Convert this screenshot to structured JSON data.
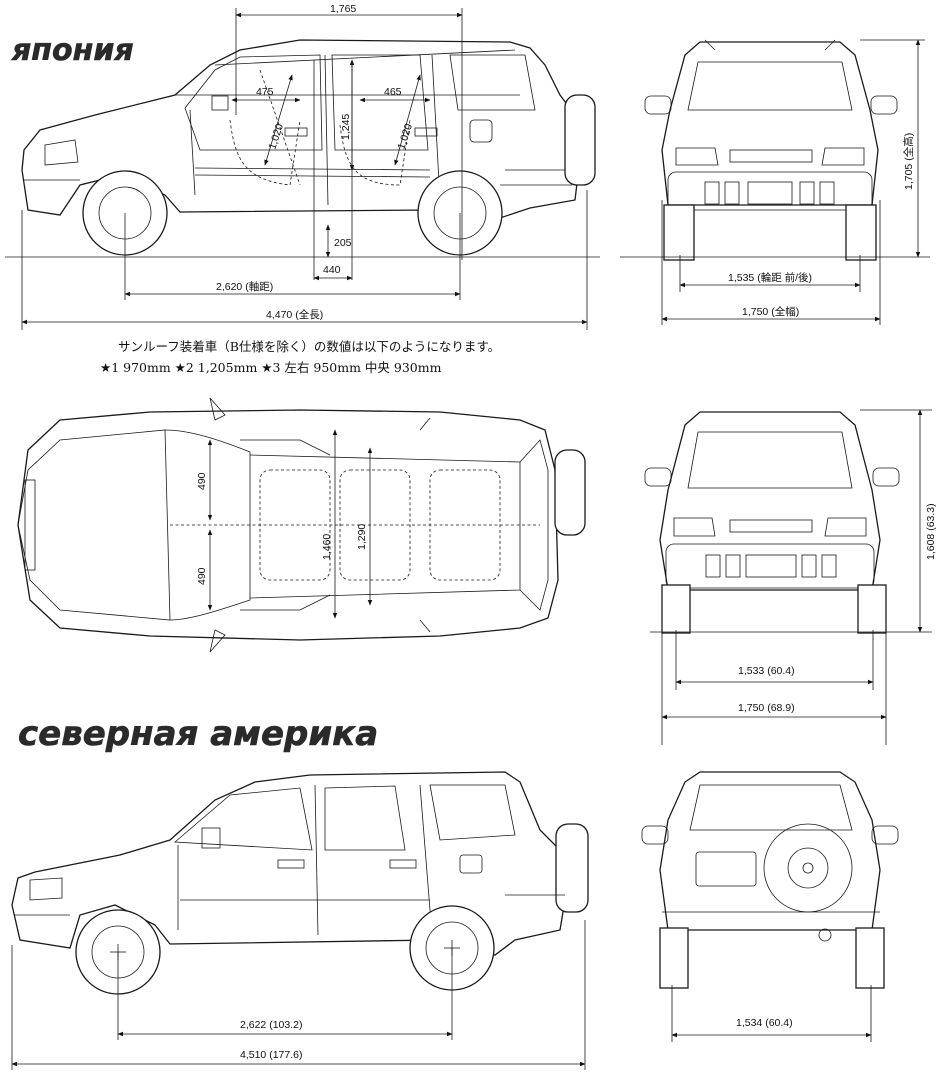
{
  "headings": {
    "japan": "япония",
    "north_america": "северная америка"
  },
  "japan_side": {
    "width_top": "1,765",
    "front_legroom": "475",
    "rear_legroom": "465",
    "front_headroom": "1,020",
    "rear_headroom": "1,020",
    "interior_height": "1,245",
    "ground_clearance": "205",
    "step_dim": "440",
    "wheelbase": "2,620 (軸距)",
    "overall_length": "4,470 (全長)"
  },
  "japan_front": {
    "overall_height": "1,705 (全高)",
    "track": "1,535 (輪距 前/後)",
    "overall_width": "1,750 (全幅)"
  },
  "sunroof_note": {
    "line1": "サンルーフ装着車（B仕様を除く）の数値は以下のようになります。",
    "line2": "★1  970mm ★2  1,205mm ★3  左右 950mm  中央 930mm"
  },
  "top_view": {
    "front_seat_width": "490",
    "rear_seat_width": "490",
    "interior_width": "1,460",
    "cargo_width": "1,290"
  },
  "na_front": {
    "overall_height": "1,608 (63.3)",
    "track": "1,533 (60.4)",
    "overall_width": "1,750 (68.9)"
  },
  "na_side": {
    "wheelbase": "2,622 (103.2)",
    "overall_length": "4,510 (177.6)"
  },
  "na_rear": {
    "track": "1,534 (60.4)"
  }
}
